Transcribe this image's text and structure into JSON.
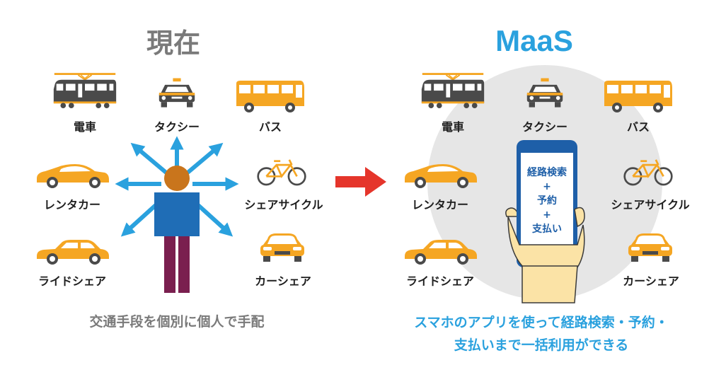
{
  "left": {
    "title": "現在",
    "caption": "交通手段を個別に個人で手配",
    "labels": {
      "train": "電車",
      "taxi": "タクシー",
      "bus": "バス",
      "rental": "レンタカー",
      "bike": "シェアサイクル",
      "ride": "ライドシェア",
      "carshare": "カーシェア"
    }
  },
  "right": {
    "title": "MaaS",
    "caption_line1": "スマホのアプリを使って経路検索・予約・",
    "caption_line2": "支払いまで一括利用ができる",
    "labels": {
      "train": "電車",
      "taxi": "タクシー",
      "bus": "バス",
      "rental": "レンタカー",
      "bike": "シェアサイクル",
      "ride": "ライドシェア",
      "carshare": "カーシェア"
    },
    "phone": {
      "line1": "経路検索",
      "plus1": "+",
      "line2": "予約",
      "plus2": "+",
      "line3": "支払い"
    }
  },
  "colors": {
    "orange": "#f5a623",
    "dark": "#4a4a4a",
    "blue_arrow": "#2aa1de",
    "red_arrow": "#e5352b",
    "circle": "#e6e6e6",
    "person_shirt": "#1f6db6",
    "person_pants": "#7a1f4f",
    "person_head": "#c9751c"
  }
}
